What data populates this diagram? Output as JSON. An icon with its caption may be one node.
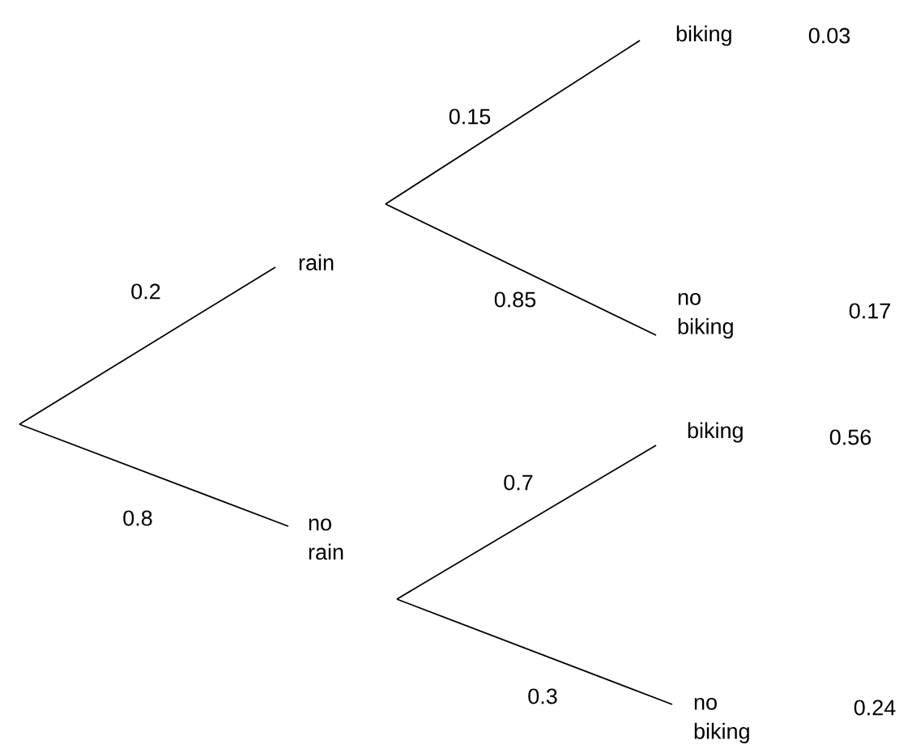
{
  "diagram": {
    "nodes": [
      {
        "text": [
          "rain"
        ]
      },
      {
        "text": [
          "no rain"
        ]
      },
      {
        "text": [
          "biking"
        ]
      },
      {
        "text": [
          "no biking"
        ]
      },
      {
        "text": [
          "biking"
        ]
      },
      {
        "text": [
          "no biking"
        ]
      }
    ],
    "edges": [
      {
        "from": null,
        "to": 0,
        "arrow": "none",
        "label": "0.2"
      },
      {
        "from": null,
        "to": 1,
        "arrow": "none",
        "label": "0.8"
      },
      {
        "from": 0,
        "to": 2,
        "arrow": "none",
        "label": "0.15"
      },
      {
        "from": 0,
        "to": 3,
        "arrow": "none",
        "label": "0.85"
      },
      {
        "from": 1,
        "to": 4,
        "arrow": "none",
        "label": "0.7"
      },
      {
        "from": 1,
        "to": 5,
        "arrow": "none",
        "label": "0.3"
      }
    ],
    "labels": [
      "0.03",
      "0.17",
      "0.56",
      "0.24"
    ]
  }
}
